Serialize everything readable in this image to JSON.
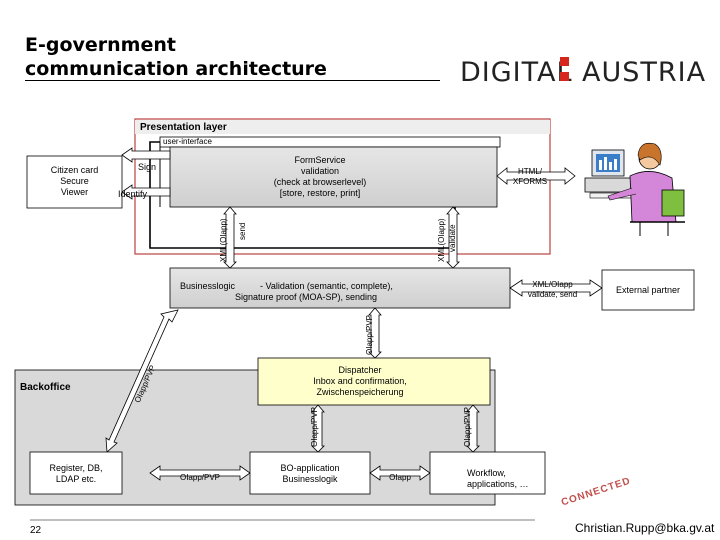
{
  "header": {
    "title_line1": "E-government",
    "title_line2": "communication architecture",
    "logo_left": "DIGITAL",
    "logo_right": "AUSTRIA"
  },
  "presentation": {
    "label": "Presentation layer",
    "user_interface": "user-interface",
    "form_service_line1": "FormService",
    "form_service_line2": "validation",
    "form_service_line3": "(check at browserlevel)",
    "form_service_line4": "[store, restore, print]",
    "sign": "Sign",
    "identify": "Identify",
    "html_xforms_line1": "HTML/",
    "html_xforms_line2": "XFORMS",
    "xml_send_line1": "XML(OIapp)",
    "xml_send_line2": "send",
    "xml_validate_line1": "XML(OIapp)",
    "xml_validate_line2": "validate"
  },
  "citizen_card": {
    "line1": "Citizen card",
    "line2": "Secure",
    "line3": "Viewer"
  },
  "business": {
    "line1": "Businesslogic          - Validation (semantic, complete),",
    "line2": "Signature proof (MOA-SP), sending",
    "xml_line1": "XML/OIapp",
    "xml_line2": "validate, send",
    "external_partner": "External partner",
    "oiapp_pvp_vertical": "OIapp/PVP"
  },
  "backoffice": {
    "label": "Backoffice",
    "diagonal_label": "OIapp/PVP",
    "dispatcher_line1": "Dispatcher",
    "dispatcher_line2": "Inbox and confirmation,",
    "dispatcher_line3": "Zwischenspeicherung",
    "oiapp_pvp_left": "OIapp/PVP",
    "oiapp_pvp_right": "OIapp/PVP",
    "register_line1": "Register, DB,",
    "register_line2": "LDAP etc.",
    "arrow_oiapp_pvp": "OIapp/PVP",
    "bo_app_line1": "BO-application",
    "bo_app_line2": "Businesslogik",
    "arrow_oiapp": "OIapp",
    "workflow_line1": "Workflow,",
    "workflow_line2": "applications, …"
  },
  "footer": {
    "page_number": "22",
    "email": "Christian.Rupp@bka.gv.at",
    "stamp": "CONNECTED"
  }
}
